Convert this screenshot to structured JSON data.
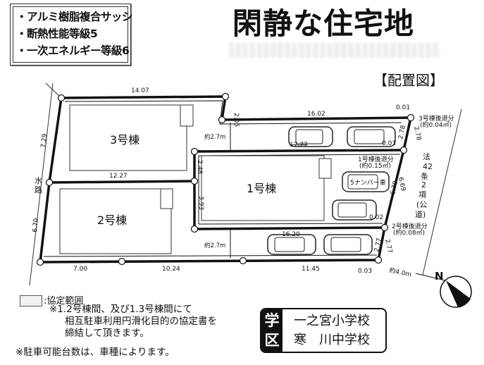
{
  "features": [
    "・アルミ樹脂複合サッシ",
    "・断熱性能等級5",
    "・一次エネルギー等級6"
  ],
  "title": "閑静な住宅地",
  "plan_title": "【配置図】",
  "buildings": {
    "b1": "1号棟",
    "b2": "2号棟",
    "b3": "3号棟"
  },
  "dimensions": {
    "top_lot3": "14.07",
    "lot3_step": "2.05",
    "lot3_strip": "16.02",
    "corner_ne": "0.01",
    "lot3_east_a": "2.78",
    "lot3_east_b": "2.78",
    "lot1_top": "17.77",
    "lot1_ne": "0.01",
    "lot1_east_a": "6.70",
    "lot1_east_b": "6.69",
    "lot1_se": "0.02",
    "lot2_strip": "16.20",
    "lot2_east_a": "2.77",
    "lot2_east_b": "2.77",
    "bottom_c": "11.45",
    "corner_se": "0.03",
    "road_width": "約4.0m",
    "west_upper": "7.29",
    "west_lower": "6.70",
    "middle": "12.27",
    "bottom_a": "7.00",
    "bottom_b": "10.24",
    "passage_top": "約2.7m",
    "passage_bottom": "約2.7m",
    "lot1_west_a": "2.48",
    "lot1_west_b": "3.93"
  },
  "setbacks": {
    "lot3_label": "3号棟後退分",
    "lot3_area": "(約0.04㎡)",
    "lot1_label": "1号棟後退分",
    "lot1_area": "(約0.15㎡)",
    "lot2_label": "2号棟後退分",
    "lot2_area": "(約0.08㎡)"
  },
  "car_label": "5ナンバー車",
  "road_east": [
    "法",
    "42",
    "条",
    "2",
    "項",
    "(公",
    "道)"
  ],
  "waterway": [
    "水",
    "路"
  ],
  "compass": "N",
  "legend": {
    "label": ":協定範囲",
    "note_lines": [
      "※1.2号棟間、及び1.3号棟間にて",
      "相互駐車利用円滑化目的の協定書を",
      "締結して頂きます。"
    ]
  },
  "parking_note": "※駐車可能台数は、車種によります。",
  "school_district": {
    "label": [
      "学",
      "区"
    ],
    "elementary": "一之宮小学校",
    "junior_high": "寒　川中学校"
  }
}
